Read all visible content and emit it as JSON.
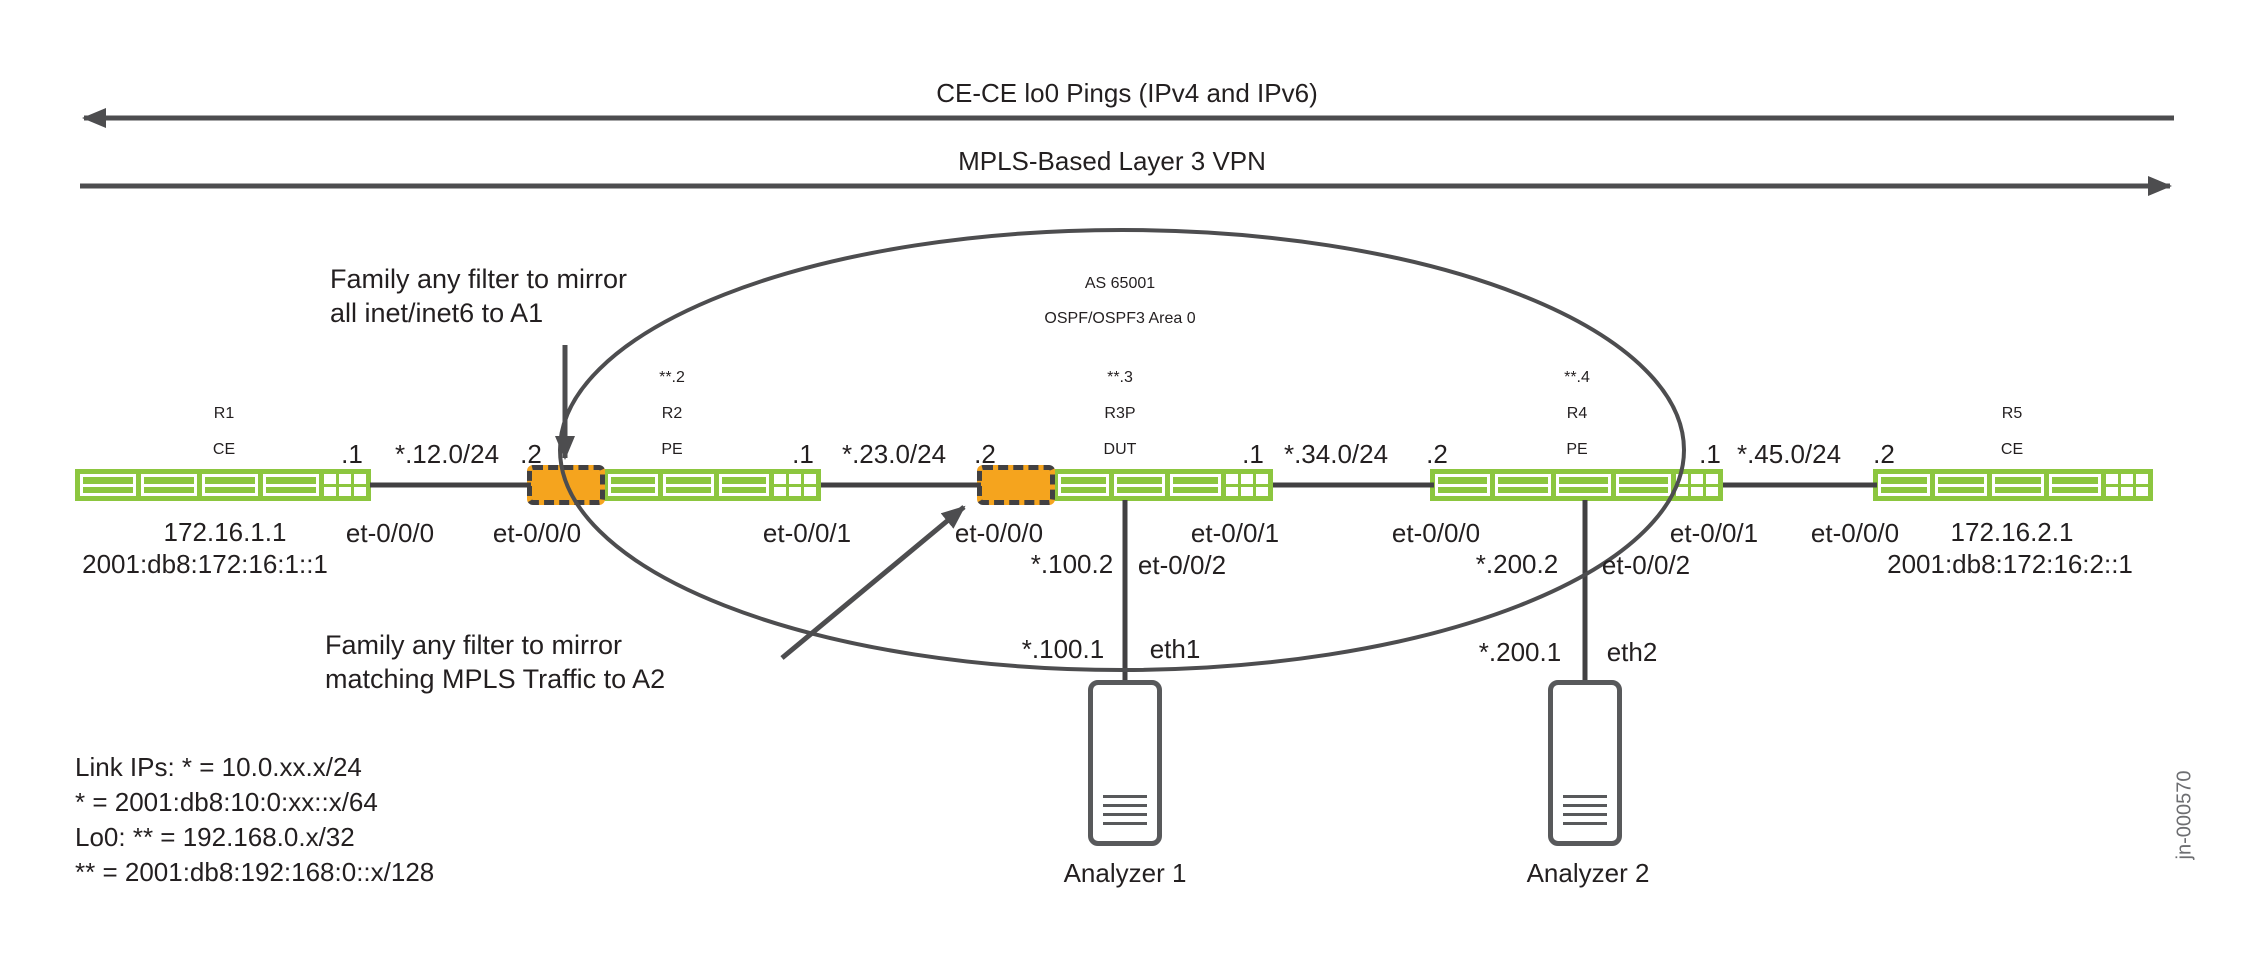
{
  "flows": {
    "ping": "CE-CE lo0 Pings (IPv4 and IPv6)",
    "vpn": "MPLS-Based Layer 3 VPN"
  },
  "domain": {
    "as_label": "AS 65001",
    "area_label": "OSPF/OSPF3 Area 0"
  },
  "routers": {
    "r1": {
      "name": "R1",
      "role": "CE",
      "ipv4": "172.16.1.1",
      "ipv6": "2001:db8:172:16:1::1"
    },
    "r2": {
      "lo0": "**.2",
      "name": "R2",
      "role": "PE"
    },
    "r3p": {
      "lo0": "**.3",
      "name": "R3P",
      "role": "DUT"
    },
    "r4": {
      "lo0": "**.4",
      "name": "R4",
      "role": "PE"
    },
    "r5": {
      "name": "R5",
      "role": "CE",
      "ipv4": "172.16.2.1",
      "ipv6": "2001:db8:172:16:2::1"
    }
  },
  "links": {
    "r1r2": {
      "left_addr": ".1",
      "subnet": "*.12.0/24",
      "right_addr": ".2",
      "left_if": "et-0/0/0",
      "right_if": "et-0/0/0"
    },
    "r2r3": {
      "left_addr": ".1",
      "subnet": "*.23.0/24",
      "right_addr": ".2",
      "left_if": "et-0/0/1",
      "right_if": "et-0/0/0"
    },
    "r3r4": {
      "left_addr": ".1",
      "subnet": "*.34.0/24",
      "right_addr": ".2",
      "left_if": "et-0/0/1",
      "right_if": "et-0/0/0"
    },
    "r4r5": {
      "left_addr": ".1",
      "subnet": "*.45.0/24",
      "right_addr": ".2",
      "left_if": "et-0/0/1",
      "right_if": "et-0/0/0"
    }
  },
  "mirrors": {
    "a1": {
      "router_addr": "*.100.2",
      "router_if": "et-0/0/2",
      "host_addr": "*.100.1",
      "host_if": "eth1",
      "name": "Analyzer 1"
    },
    "a2": {
      "router_addr": "*.200.2",
      "router_if": "et-0/0/2",
      "host_addr": "*.200.1",
      "host_if": "eth2",
      "name": "Analyzer 2"
    }
  },
  "annotations": {
    "f1": {
      "line1": "Family any filter to mirror",
      "line2": "all inet/inet6 to A1"
    },
    "f2": {
      "line1": "Family any filter to mirror",
      "line2": "matching MPLS Traffic to A2"
    }
  },
  "legend": {
    "line1": "Link IPs: * = 10.0.xx.x/24",
    "line2": "* = 2001:db8:10:0:xx::x/64",
    "line3": "Lo0: ** = 192.168.0.x/32",
    "line4": "** = 2001:db8:192:168:0::x/128"
  },
  "figure_id": "jn-000570",
  "colors": {
    "router_green": "#8CC63F",
    "filter_orange": "#F5A41E",
    "line_gray": "#4D4D4F",
    "text": "#231F20"
  }
}
